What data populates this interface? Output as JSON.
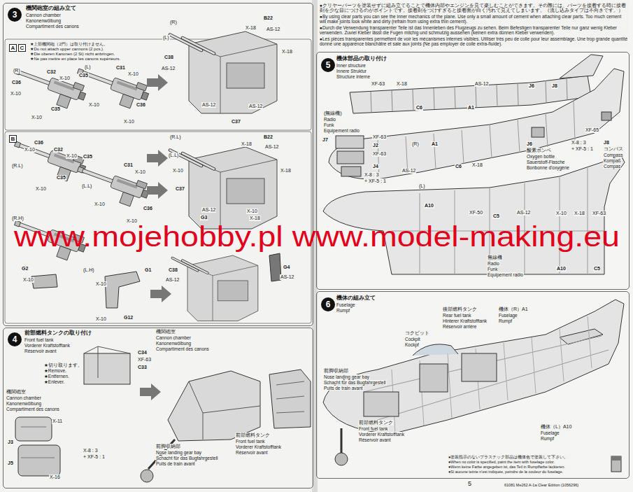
{
  "diagram": {
    "nodes": [
      {
        "text": [
          "機関砲室の組み立て",
          "Cannon chamber",
          "Kanonenwölbung",
          "Compartiment des canons"
        ]
      },
      {
        "text": [
          "3"
        ],
        "in": 0
      },
      {
        "text": [
          "A"
        ],
        "in": 0
      },
      {
        "text": [
          "C"
        ],
        "in": 0
      },
      {
        "text": [
          "B"
        ],
        "in": 0
      },
      {
        "text": [
          "前部燃料タンクの取り付け",
          "Front fuel tank",
          "Vorderer Kraftstofftank",
          "Réservoir avant"
        ]
      },
      {
        "text": [
          "4"
        ],
        "in": 5
      },
      {
        "text": [
          "機体部品の取り付け",
          "Inner structure",
          "Innere Struktur",
          "Structure interne"
        ]
      },
      {
        "text": [
          "5"
        ],
        "in": 7
      },
      {
        "text": [
          "機体の組み立て",
          "Fuselage",
          "Rumpf"
        ]
      },
      {
        "text": [
          "6"
        ],
        "in": 9
      }
    ],
    "labels": [
      "★上部機関砲（2門）は取り付けません。",
      "★Do not attach upper cannons (2 pcs.).",
      "★Die oberen Kanonen (2 St) nicht anbringen.",
      "★Ne pas mettre en place les canons supérieurs.",
      "(R)",
      "C32",
      "X-10",
      "C36",
      "X-10",
      "C35",
      "X-10",
      "(L)",
      "C35",
      "C31",
      "X-10",
      "X-10",
      "C36",
      "X-10",
      "(R)",
      "(L)",
      "B22",
      "X-18",
      "AS-12",
      "X-18",
      "C38",
      "AS-12",
      "AS-12",
      "AS-12",
      "C37",
      "C36",
      "X-10",
      "C32",
      "X-10",
      "(R.L)",
      "C35",
      "X-10",
      "C35",
      "(L.L)",
      "C31",
      "X-10",
      "X-10",
      "C36",
      "X-10",
      "(R.L)",
      "(L.L)",
      "B22",
      "X-18",
      "AS-12",
      "X-18",
      "X-10",
      "C37",
      "AS-12",
      "X-10",
      "(R.H)",
      "G3",
      "G2",
      "X-10",
      "(L.H)",
      "G1",
      "X-10",
      "G12",
      "X-10",
      "C38",
      "AS-12",
      "X-18",
      "G4",
      "AS-12",
      "機関砲室",
      "Cannon chamber",
      "Kanonenwölbung",
      "Compartiment des canons",
      "C34",
      "XF-63",
      "C33",
      "★切り取ります。",
      "★Remove.",
      "★Entfernen.",
      "★Enlever.",
      "機関砲室",
      "Cannon chamber",
      "Kanonenwölbung",
      "Compartiment des canons",
      "J3",
      "X-11",
      "J5",
      "X-8 : 3",
      "+ XF-5 : 1",
      "X-16",
      "前脚収納部",
      "Nose landing gear bay",
      "Schacht für das Bugfahrgestell",
      "Puits de train avant",
      "前部燃料タンク",
      "Front fuel tank",
      "Vorderer Kraftstofftank",
      "Réservoir avant",
      "●クリヤーパーツを塗装せずに組み立てることで機体内部やエンジンを見て楽しむことができます。その際には、パーツを接着する時に接着剤を少な目につけるのがポイントです。接着剤をつけすぎると接着面が白く汚れて見えてしまいます。（流し込みタイプは不向きです。）",
      "●By using clear parts you can see the inner mechanics of the plane. Use only a small amount of cement when attaching clear parts. Too much cement will make joints look white and dirty (refrain from using extra thin cement).",
      "●Durch die Verwendung transparenter Teile ist das Innenleben des Flugzeugs zu sehen. Beim Befestigen transparenter Teile nur ganz wenig Kleber verwenden. Zuviel Kleber lässt die Fugen milchig und schmutzig aussehen (keinen extra dünnen Kleber verwenden).",
      "●Les pièces transparentes permettent de voir les mécanismes internes visibles. Utiliser très peu de colle pour leur assemblage. Une trop grande quantité donne une apparence blanchâtre et sale aux joints (Ne pas employer de colle extra-fluide).",
      "XF-63",
      "X-18",
      "AS-12",
      "J6",
      "J8",
      "C6",
      "A1",
      "(無線機)",
      "Radio",
      "Funk",
      "Equipement radio",
      "J7",
      "XF-63",
      "J2",
      "XF-63",
      "J4",
      "(R)",
      "A1",
      "X-8 : 3",
      "+ XF-5 : 1",
      "AS-12",
      "X-18",
      "C6",
      "XF-65",
      "J6",
      "酸素ボンベ",
      "Oxygen bottle",
      "Sauerstoff-Flasche",
      "Bonbonne d'oxygène",
      "X-8 : 3",
      "+ XF-5 : 1",
      "J8",
      "コンパス",
      "Compass",
      "Kompaß",
      "Compas",
      "(L)",
      "A10",
      "XF-50",
      "C5",
      "AS-12",
      "X-10",
      "X-18",
      "XF-63",
      "無線機",
      "Radio",
      "Funk",
      "Equipement radio",
      "A10",
      "C5",
      "後部燃料タンク",
      "Rear fuel tank",
      "Hinterer Kraftstofftank",
      "Réservoir arrière",
      "機体（R）A1",
      "Fuselage",
      "Rumpf",
      "コクピット",
      "Cockpit",
      "Kockpf",
      "前脚収納部",
      "Nose landing gear bay",
      "Schacht für das Bugfahrgestell",
      "Puits de train avant",
      "前部燃料タンク",
      "Front fuel tank",
      "Vorderer Kraftstofftank",
      "Réservoir avant",
      "機体（L）A10",
      "Fuselage",
      "Rumpf",
      "●塗装指示のないプラスチック部品は機体色で塗装して下さい。",
      "●When no color is specified, paint the item with fuselage color.",
      "●Wenn keine Farbe angegeben ist, das Teil in Rumpffarbe lackieren.",
      "●Si aucune teinte n'est indiquée, peindre de la couleur du fuselage.",
      "5",
      "61081 Me262 A-1a Clear Edition (1056296)",
      "www.mojehobby.pl www.model-making.eu"
    ]
  }
}
